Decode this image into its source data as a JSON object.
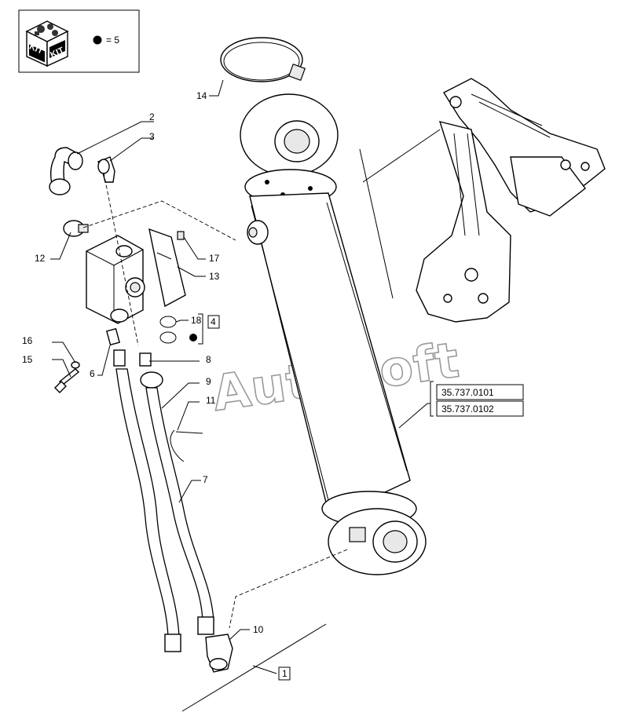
{
  "kit": {
    "label_left": "KIT",
    "label_right": "KIT",
    "legend_equals": "= 5"
  },
  "callouts": {
    "c1": "1",
    "c2": "2",
    "c3": "3",
    "c4": "4",
    "c6": "6",
    "c7": "7",
    "c8": "8",
    "c9": "9",
    "c10": "10",
    "c11": "11",
    "c12": "12",
    "c13": "13",
    "c14": "14",
    "c15": "15",
    "c16": "16",
    "c17": "17",
    "c18": "18"
  },
  "references": {
    "ref1": "35.737.0101",
    "ref2": "35.737.0102"
  },
  "watermark": "AutoSoft",
  "colors": {
    "line": "#000000",
    "background": "#ffffff",
    "watermark": "#9a9a9a"
  }
}
